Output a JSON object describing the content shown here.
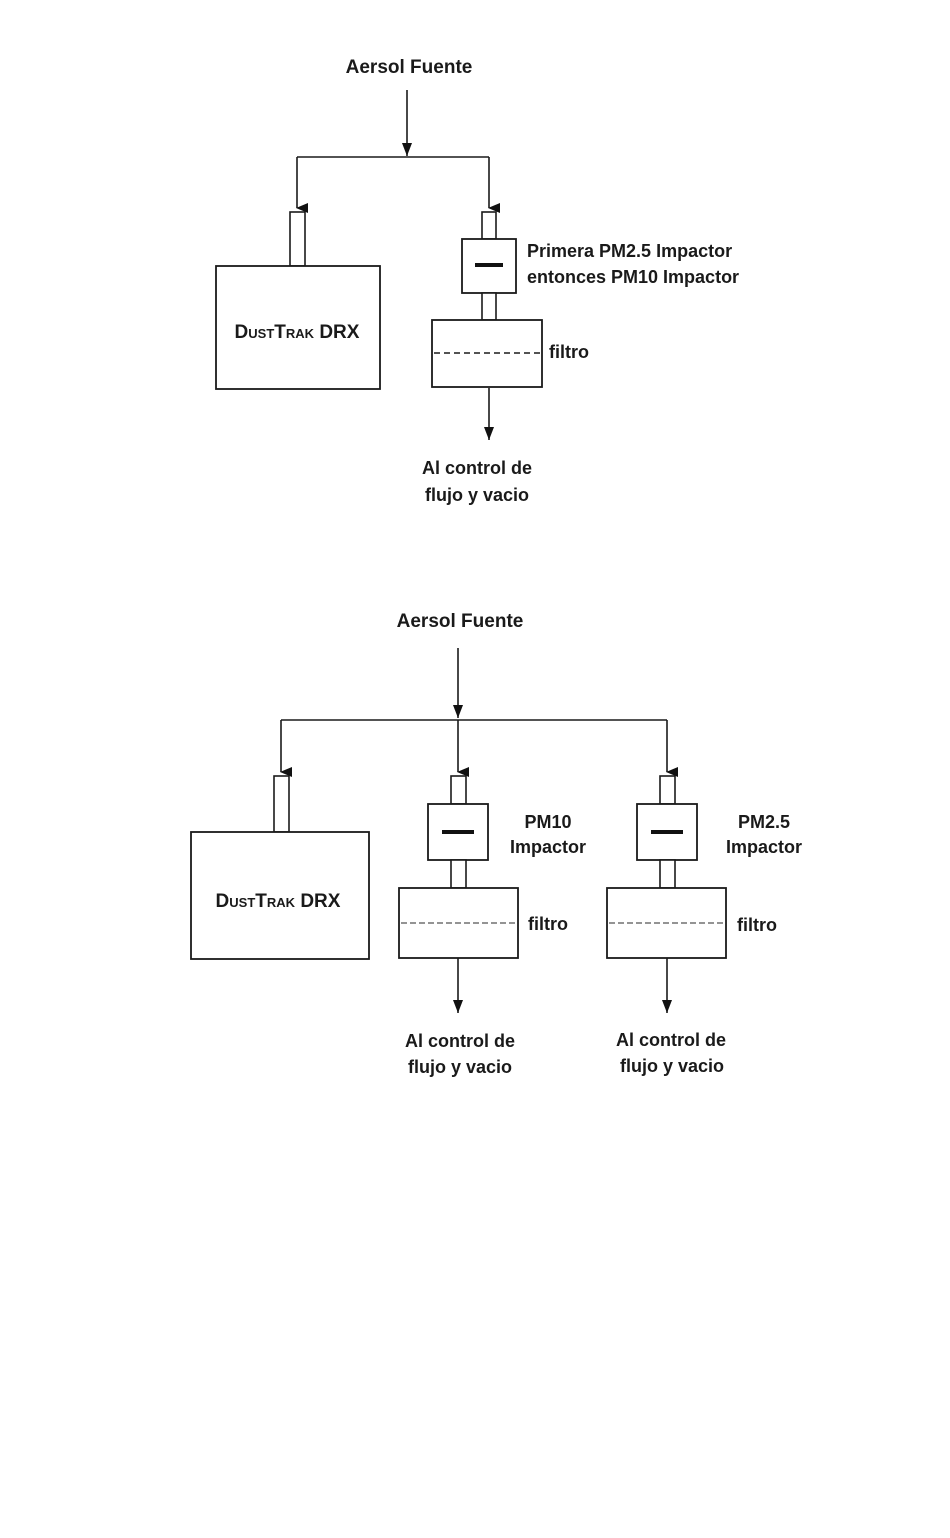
{
  "diagram1": {
    "source_label": "Aersol Fuente",
    "device_label": "DustTrak DRX",
    "impactor_label_line1": "Primera PM2.5 Impactor",
    "impactor_label_line2": "entonces PM10 Impactor",
    "filter_label": "filtro",
    "outlet_line1": "Al control de",
    "outlet_line2": "flujo y vacio"
  },
  "diagram2": {
    "source_label": "Aersol Fuente",
    "device_label": "DustTrak DRX",
    "impactor_a_line1": "PM10",
    "impactor_a_line2": "Impactor",
    "impactor_b_line1": "PM2.5",
    "impactor_b_line2": "Impactor",
    "filter_a_label": "filtro",
    "filter_b_label": "filtro",
    "outlet_a_line1": "Al control de",
    "outlet_a_line2": "flujo y vacio",
    "outlet_b_line1": "Al control de",
    "outlet_b_line2": "flujo y vacio"
  }
}
